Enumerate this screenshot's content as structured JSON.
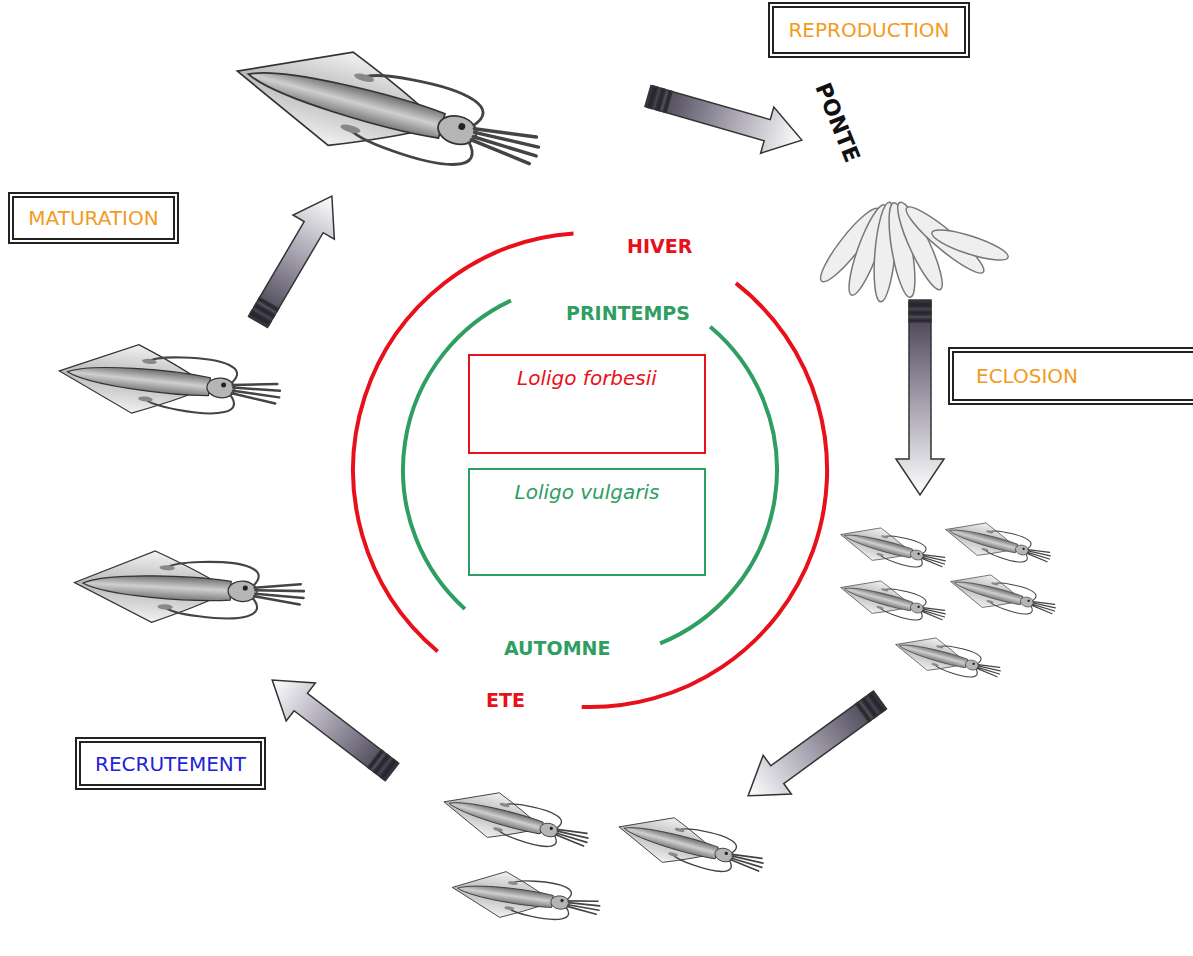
{
  "diagram": {
    "nodes": [
      {
        "text": [
          "REPRODUCTION"
        ]
      },
      {
        "text": [
          "MATURATION"
        ]
      },
      {
        "text": [
          "Loligo forbesii"
        ]
      },
      {
        "text": [
          "ECLOSION"
        ]
      },
      {
        "text": [
          "Loligo vulgaris"
        ]
      },
      {
        "text": [
          "RECRUTEMENT"
        ]
      }
    ],
    "labels": [
      "PONTE",
      "HIVER",
      "PRINTEMPS",
      "AUTOMNE",
      "ETE"
    ]
  }
}
